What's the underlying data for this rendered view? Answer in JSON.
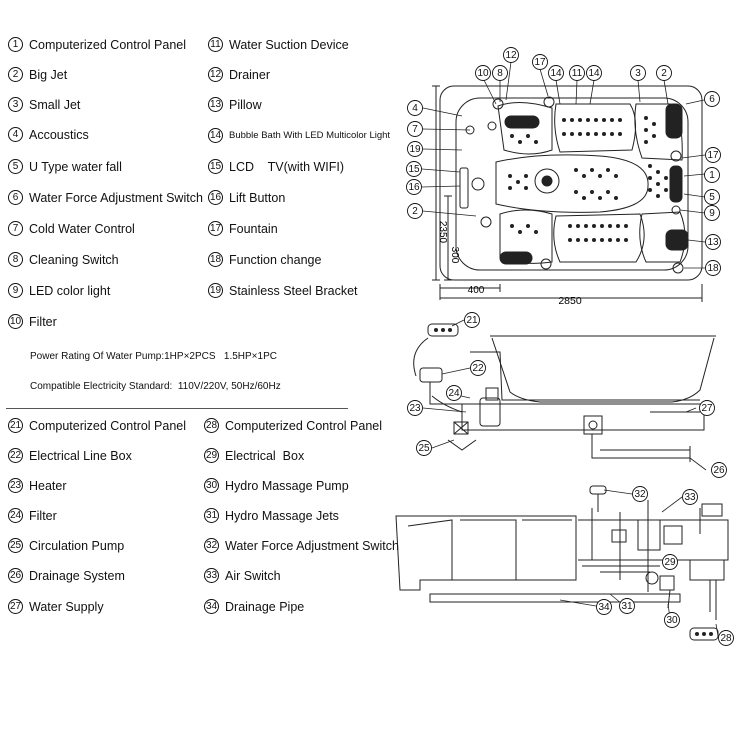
{
  "legend_top": [
    {
      "n": "1",
      "label": "Computerized Control Panel"
    },
    {
      "n": "2",
      "label": "Big Jet"
    },
    {
      "n": "3",
      "label": "Small Jet"
    },
    {
      "n": "4",
      "label": "Accoustics"
    },
    {
      "n": "5",
      "label": "U Type water fall"
    },
    {
      "n": "6",
      "label": "Water Force Adjustment Switch"
    },
    {
      "n": "7",
      "label": "Cold Water Control"
    },
    {
      "n": "8",
      "label": "Cleaning Switch"
    },
    {
      "n": "9",
      "label": "LED color light"
    },
    {
      "n": "10",
      "label": "Filter"
    },
    {
      "n": "11",
      "label": "Water Suction Device"
    },
    {
      "n": "12",
      "label": "Drainer"
    },
    {
      "n": "13",
      "label": "Pillow"
    },
    {
      "n": "14",
      "label": "Bubble Bath With LED Multicolor Light"
    },
    {
      "n": "15",
      "label": "LCD    TV(with WIFI)"
    },
    {
      "n": "16",
      "label": "Lift Button"
    },
    {
      "n": "17",
      "label": "Fountain"
    },
    {
      "n": "18",
      "label": "Function change"
    },
    {
      "n": "19",
      "label": "Stainless Steel Bracket"
    }
  ],
  "specs": {
    "power_label": "Power Rating Of Water Pump:",
    "power_value": "1HP×2PCS   1.5HP×1PC",
    "electricity_label": "Compatible Electricity Standard:",
    "electricity_value": "110V/220V, 50Hz/60Hz"
  },
  "legend_bottom": [
    {
      "n": "21",
      "label": "Computerized Control Panel"
    },
    {
      "n": "22",
      "label": "Electrical Line Box"
    },
    {
      "n": "23",
      "label": "Heater"
    },
    {
      "n": "24",
      "label": "Filter"
    },
    {
      "n": "25",
      "label": "Circulation Pump"
    },
    {
      "n": "26",
      "label": "Drainage System"
    },
    {
      "n": "27",
      "label": "Water Supply"
    },
    {
      "n": "28",
      "label": "Computerized Control Panel"
    },
    {
      "n": "29",
      "label": "Electrical  Box"
    },
    {
      "n": "30",
      "label": "Hydro Massage Pump"
    },
    {
      "n": "31",
      "label": "Hydro Massage Jets"
    },
    {
      "n": "32",
      "label": "Water Force Adjustment Switch"
    },
    {
      "n": "33",
      "label": "Air Switch"
    },
    {
      "n": "34",
      "label": "Drainage Pipe"
    }
  ],
  "dimensions": {
    "length": "2850",
    "width": "2350",
    "side_a": "300",
    "side_b": "400"
  },
  "callouts": {
    "c1": "1",
    "c2": "2",
    "c3": "3",
    "c4": "4",
    "c5": "5",
    "c6": "6",
    "c7": "7",
    "c8": "8",
    "c9": "9",
    "c10": "10",
    "c11": "11",
    "c12": "12",
    "c13": "13",
    "c14": "14",
    "c15": "15",
    "c16": "16",
    "c17": "17",
    "c18": "18",
    "c19": "19",
    "c21": "21",
    "c22": "22",
    "c23": "23",
    "c24": "24",
    "c25": "25",
    "c26": "26",
    "c27": "27",
    "c28": "28",
    "c29": "29",
    "c30": "30",
    "c31": "31",
    "c32": "32",
    "c33": "33",
    "c34": "34"
  }
}
